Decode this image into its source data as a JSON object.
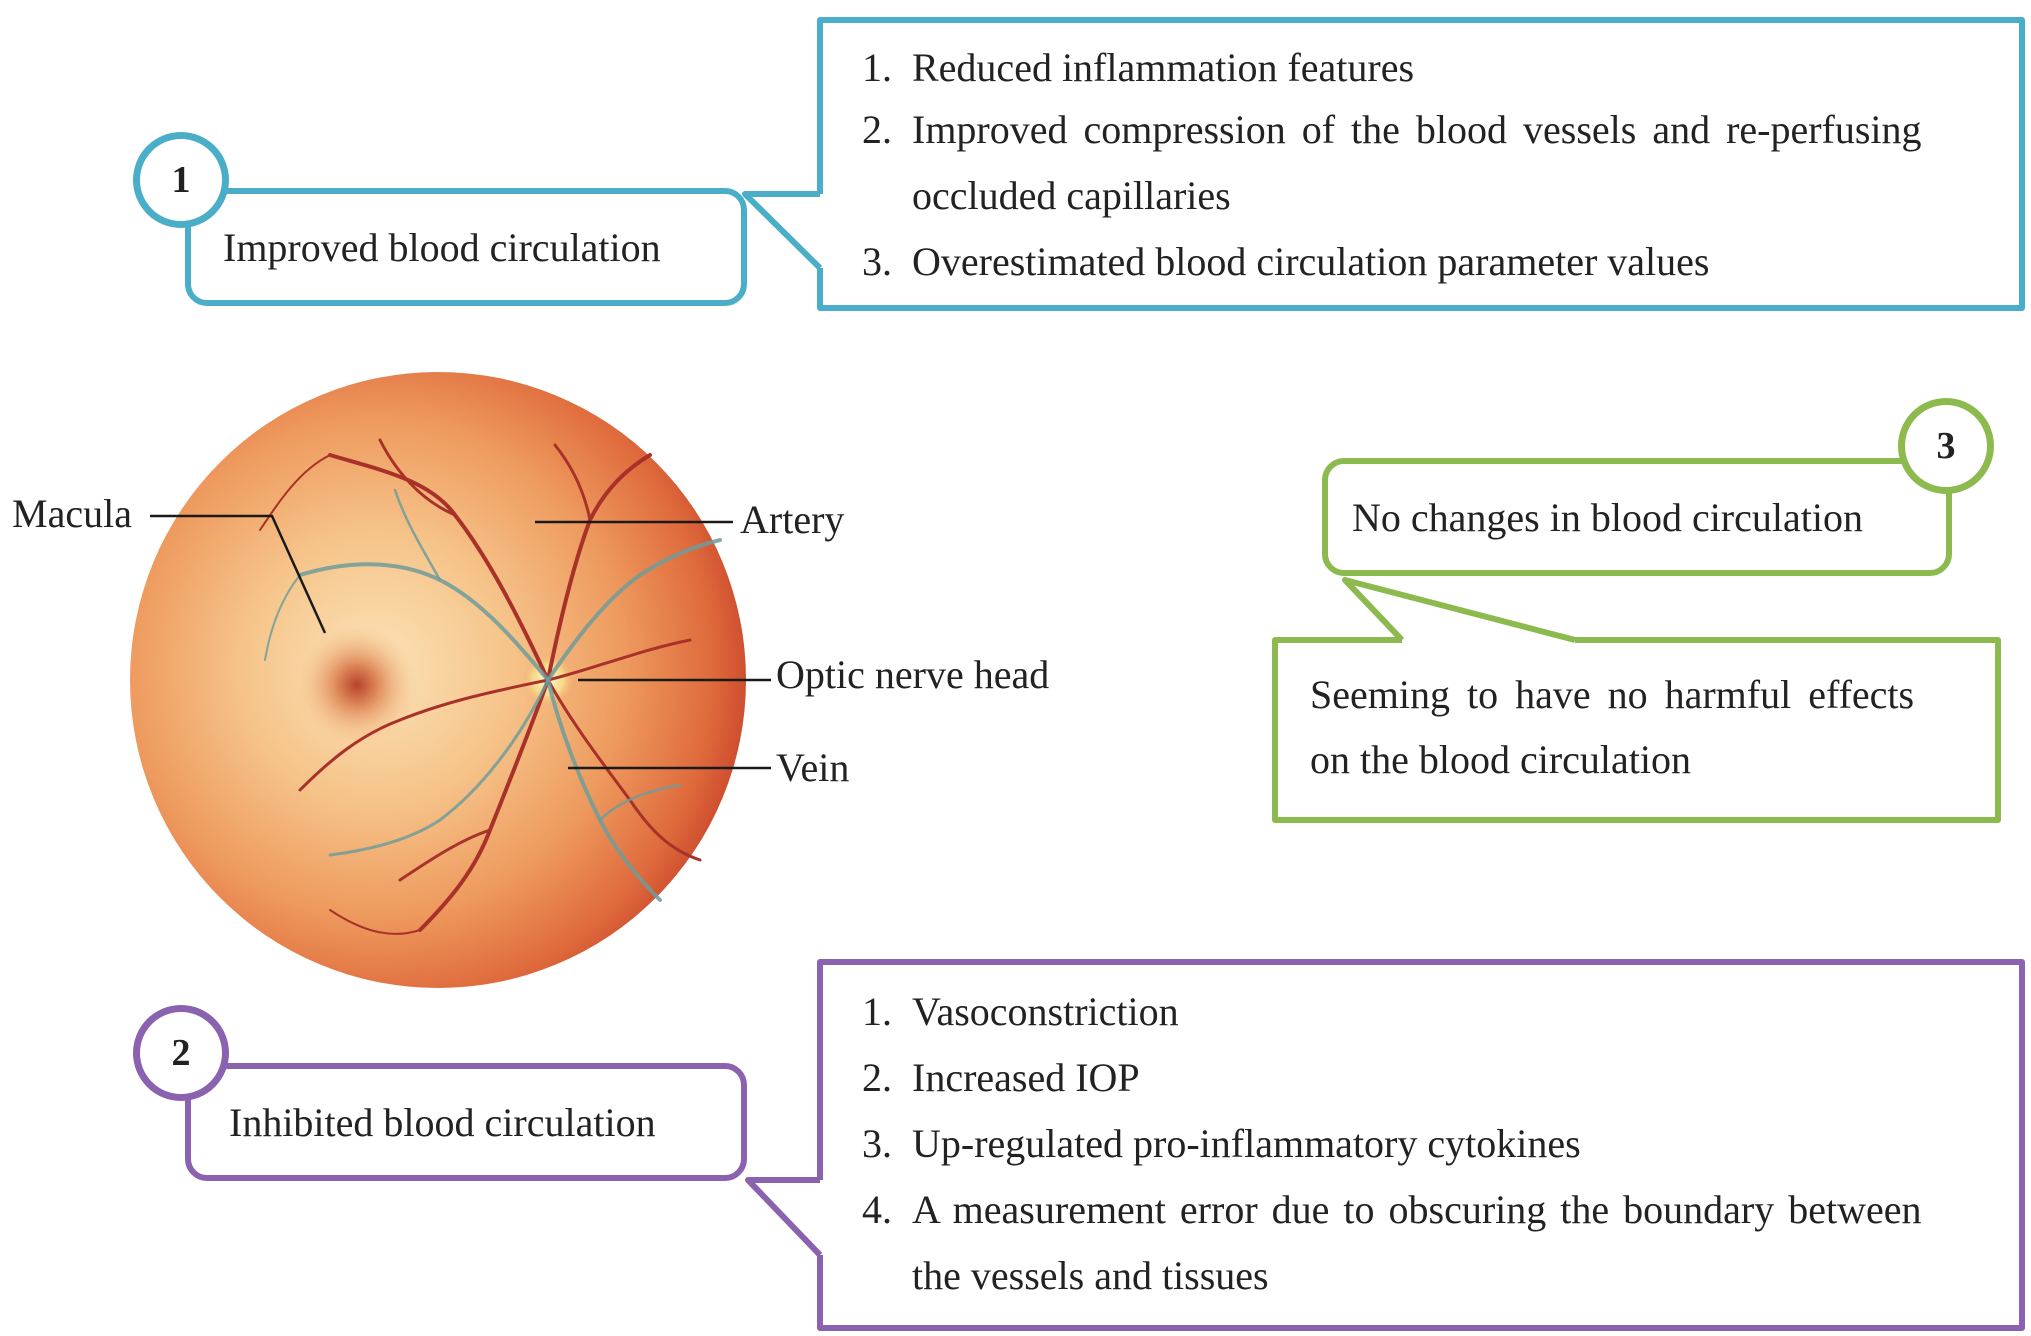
{
  "colors": {
    "improved": "#4aaec8",
    "inhibited": "#8a62b0",
    "no_change": "#8cba4e",
    "leader_line": "#1a1a1a"
  },
  "eye": {
    "labels": {
      "macula": "Macula",
      "artery": "Artery",
      "optic_nerve_head": "Optic nerve head",
      "vein": "Vein"
    }
  },
  "improved": {
    "number": "1",
    "title": "Improved blood circulation",
    "items": [
      {
        "n": "1.",
        "text": "Reduced inflammation features"
      },
      {
        "n": "2.",
        "text": "Improved compression of the blood vessels and re-perfusing",
        "text2": "occluded capillaries"
      },
      {
        "n": "3.",
        "text": "Overestimated blood circulation parameter values"
      }
    ]
  },
  "inhibited": {
    "number": "2",
    "title": "Inhibited blood circulation",
    "items": [
      {
        "n": "1.",
        "text": "Vasoconstriction"
      },
      {
        "n": "2.",
        "text": "Increased IOP"
      },
      {
        "n": "3.",
        "text": "Up-regulated pro-inflammatory cytokines"
      },
      {
        "n": "4.",
        "text": "A measurement error due to obscuring the boundary between",
        "text2": "the vessels and tissues"
      }
    ]
  },
  "no_change": {
    "number": "3",
    "title": "No changes in blood circulation",
    "detail_line1": "Seeming to have no harmful effects",
    "detail_line2": "on the blood circulation"
  }
}
